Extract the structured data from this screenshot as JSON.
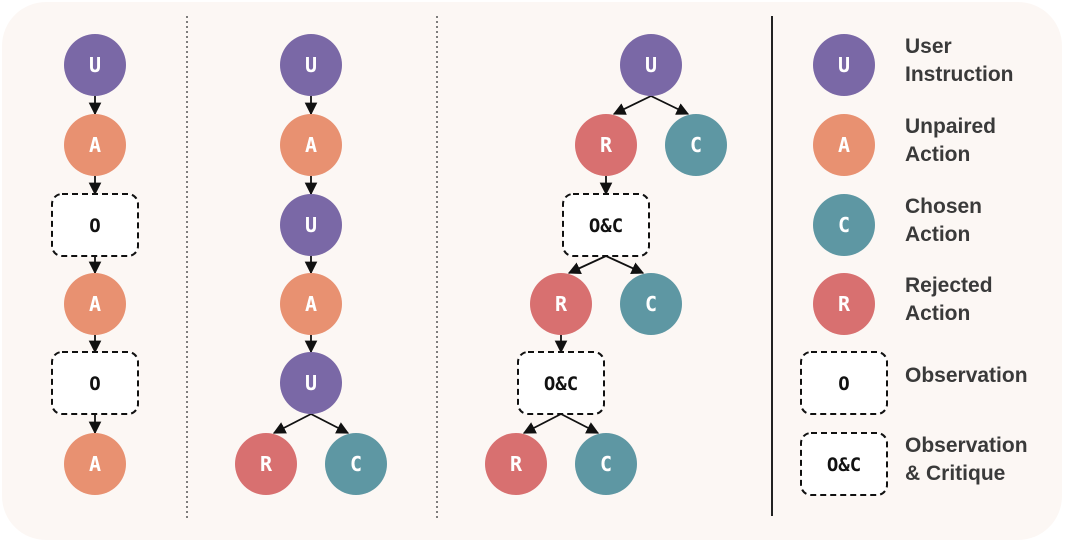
{
  "colors": {
    "user": "#7a68a6",
    "unpaired": "#e89171",
    "chosen": "#5e97a3",
    "rejected": "#d87070",
    "edge": "#111111",
    "divider": "#555555"
  },
  "letters": {
    "user": "U",
    "action": "A",
    "rejected": "R",
    "chosen": "C",
    "observation": "O",
    "observation_critique": "O&C"
  },
  "legend": [
    {
      "id": "user",
      "kind": "circle",
      "color_key": "user",
      "letter": "U",
      "lines": [
        "User",
        "Instruction"
      ]
    },
    {
      "id": "unpaired",
      "kind": "circle",
      "color_key": "unpaired",
      "letter": "A",
      "lines": [
        "Unpaired",
        "Action"
      ]
    },
    {
      "id": "chosen",
      "kind": "circle",
      "color_key": "chosen",
      "letter": "C",
      "lines": [
        "Chosen",
        "Action"
      ]
    },
    {
      "id": "rejected",
      "kind": "circle",
      "color_key": "rejected",
      "letter": "R",
      "lines": [
        "Rejected",
        "Action"
      ]
    },
    {
      "id": "observation",
      "kind": "box",
      "letter": "O",
      "lines": [
        "Observation"
      ]
    },
    {
      "id": "observation-critique",
      "kind": "box",
      "letter": "O&C",
      "lines": [
        "Observation",
        "& Critique"
      ]
    }
  ],
  "columns": [
    {
      "id": "column-1",
      "nodes": [
        {
          "id": "u1",
          "type": "user"
        },
        {
          "id": "a1",
          "type": "action"
        },
        {
          "id": "o1",
          "type": "observation"
        },
        {
          "id": "a2",
          "type": "action"
        },
        {
          "id": "o2",
          "type": "observation"
        },
        {
          "id": "a3",
          "type": "action"
        }
      ],
      "edges": [
        [
          "u1",
          "a1"
        ],
        [
          "a1",
          "o1"
        ],
        [
          "o1",
          "a2"
        ],
        [
          "a2",
          "o2"
        ],
        [
          "o2",
          "a3"
        ]
      ]
    },
    {
      "id": "column-2",
      "nodes": [
        {
          "id": "u1",
          "type": "user"
        },
        {
          "id": "a1",
          "type": "action"
        },
        {
          "id": "u2",
          "type": "user"
        },
        {
          "id": "a2",
          "type": "action"
        },
        {
          "id": "u3",
          "type": "user"
        },
        {
          "id": "r1",
          "type": "rejected"
        },
        {
          "id": "c1",
          "type": "chosen"
        }
      ],
      "edges": [
        [
          "u1",
          "a1"
        ],
        [
          "a1",
          "u2"
        ],
        [
          "u2",
          "a2"
        ],
        [
          "a2",
          "u3"
        ],
        [
          "u3",
          "r1"
        ],
        [
          "u3",
          "c1"
        ]
      ]
    },
    {
      "id": "column-3",
      "nodes": [
        {
          "id": "u1",
          "type": "user"
        },
        {
          "id": "r1",
          "type": "rejected"
        },
        {
          "id": "c1",
          "type": "chosen"
        },
        {
          "id": "oc1",
          "type": "observation_critique"
        },
        {
          "id": "r2",
          "type": "rejected"
        },
        {
          "id": "c2",
          "type": "chosen"
        },
        {
          "id": "oc2",
          "type": "observation_critique"
        },
        {
          "id": "r3",
          "type": "rejected"
        },
        {
          "id": "c3",
          "type": "chosen"
        }
      ],
      "edges": [
        [
          "u1",
          "r1"
        ],
        [
          "u1",
          "c1"
        ],
        [
          "r1",
          "oc1"
        ],
        [
          "oc1",
          "r2"
        ],
        [
          "oc1",
          "c2"
        ],
        [
          "r2",
          "oc2"
        ],
        [
          "oc2",
          "r3"
        ],
        [
          "oc2",
          "c3"
        ]
      ]
    }
  ]
}
